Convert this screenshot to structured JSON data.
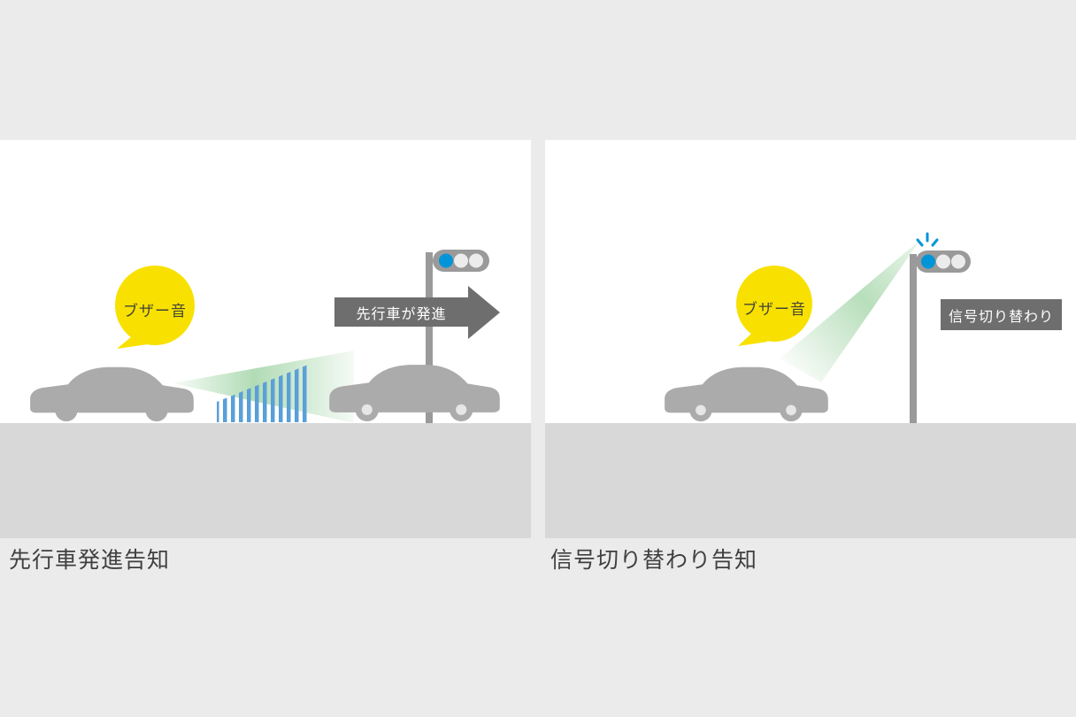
{
  "left_panel": {
    "caption": "先行車発進告知",
    "bubble_label": "ブザー音",
    "arrow_label": "先行車が発進"
  },
  "right_panel": {
    "caption": "信号切り替わり告知",
    "bubble_label": "ブザー音",
    "label": "信号切り替わり"
  },
  "icons": {
    "left_bubble": "speech-bubble",
    "right_bubble": "speech-bubble",
    "left_signal": "traffic-light-green-lit",
    "right_signal": "traffic-light-blinking",
    "beam": "sensor-detection-cone",
    "stripes": "radar-wave-stripes",
    "arrow": "depart-direction-arrow"
  },
  "colors": {
    "page_background": "#ebebeb",
    "panel_sky": "#ffffff",
    "panel_ground": "#d8d8d8",
    "car_gray": "#ababab",
    "bubble_yellow": "#f8e100",
    "beam_green": "#7dc484",
    "stripe_blue": "#5a9fd8",
    "arrow_gray": "#6e6e6e",
    "signal_lit_blue": "#0095d8",
    "signal_off": "#ececec",
    "signal_housing": "#9a9a9a",
    "caption_text": "#3f3f3f"
  }
}
